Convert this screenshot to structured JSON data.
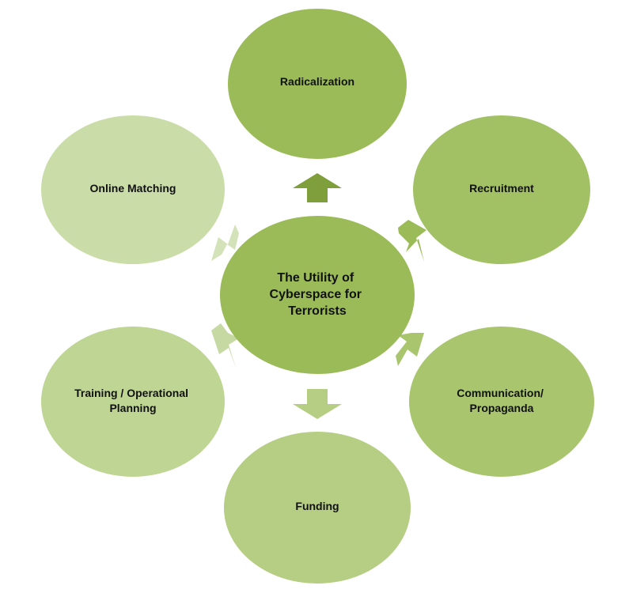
{
  "center": {
    "label_lines": [
      "The Utility of",
      "Cyberspace for",
      "Terrorists"
    ],
    "color": "#9bbb59"
  },
  "nodes": [
    {
      "id": "radicalization",
      "label_lines": [
        "Radicalization"
      ],
      "color": "#9bbb59"
    },
    {
      "id": "recruitment",
      "label_lines": [
        "Recruitment"
      ],
      "color": "#a2c164"
    },
    {
      "id": "communication",
      "label_lines": [
        "Communication/",
        "Propaganda"
      ],
      "color": "#a9c66f"
    },
    {
      "id": "funding",
      "label_lines": [
        "Funding"
      ],
      "color": "#b5ce83"
    },
    {
      "id": "training",
      "label_lines": [
        "Training  / Operational",
        "Planning"
      ],
      "color": "#bfd594"
    },
    {
      "id": "online-matching",
      "label_lines": [
        "Online Matching"
      ],
      "color": "#cadca8"
    }
  ],
  "arrow_colors": {
    "radicalization": "#7f9f3c",
    "recruitment": "#9bbb59",
    "communication": "#a9c66f",
    "funding": "#b5ce83",
    "training": "#c6d9a3",
    "online-matching": "#d3e2b8"
  }
}
